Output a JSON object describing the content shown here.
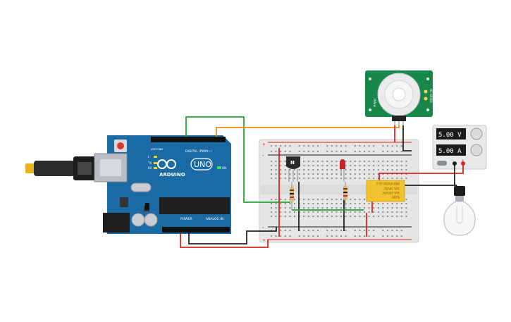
{
  "arduino": {
    "brand": "ARDUINO",
    "model": "UNO",
    "digital_label": "DIGITAL (PWM~)",
    "power_label": "POWER",
    "analog_label": "ANALOG IN",
    "aref": "AREF",
    "gnd": "GND",
    "rx": "RX",
    "tx": "TX",
    "on": "ON",
    "l_led": "L"
  },
  "transistor": {
    "label": "N"
  },
  "pir_sensor": {
    "text_left": "FAN-A",
    "text_right": "HC-SR501"
  },
  "relay": {
    "lines": [
      "5VDC",
      "10A 250VAC",
      "10A 30VDC",
      "SRD-05VDC-SL-C"
    ]
  },
  "power_supply": {
    "voltage": "5.00 V",
    "current": "5.00 A",
    "minus": "-",
    "plus": "+"
  },
  "breadboard": {
    "plus": "+",
    "minus": "-"
  },
  "colors": {
    "wire_red": "#e0231f",
    "wire_black": "#222222",
    "wire_green": "#1fa837",
    "wire_orange": "#ef8a14",
    "arduino_blue": "#1a6aa6",
    "pcb_green": "#17874a"
  }
}
